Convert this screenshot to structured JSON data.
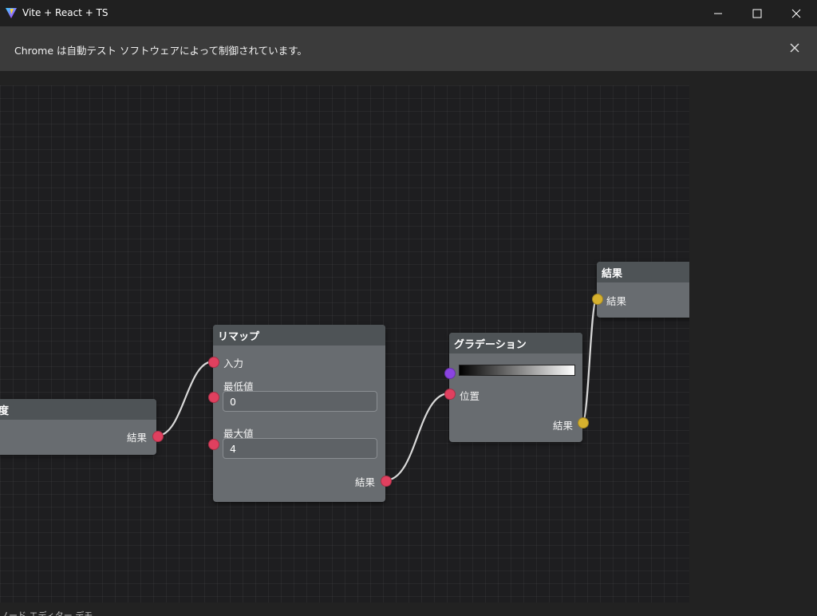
{
  "window": {
    "title": "Vite + React + TS",
    "controls": [
      "minimize-icon",
      "maximize-icon",
      "close-icon"
    ]
  },
  "infobar": {
    "message": "Chrome は自動テスト ソフトウェアによって制御されています。",
    "close_icon": "close-icon"
  },
  "nodes": {
    "left": {
      "title": "度",
      "output_label": "結果"
    },
    "remap": {
      "title": "リマップ",
      "input_label": "入力",
      "min_label": "最低値",
      "min_value": "0",
      "max_label": "最大値",
      "max_value": "4",
      "output_label": "結果"
    },
    "gradient": {
      "title": "グラデーション",
      "position_label": "位置",
      "output_label": "結果",
      "gradient_colors": [
        "#000000",
        "#ffffff"
      ]
    },
    "result": {
      "title": "結果",
      "input_label": "結果"
    }
  },
  "colors": {
    "port_number": "#e0405f",
    "port_color": "#d6b12e",
    "port_gradient": "#8a44e0",
    "node_body": "#686c70",
    "node_header": "#4e5356"
  },
  "footer_cut_text": "ノード エディター デモ"
}
